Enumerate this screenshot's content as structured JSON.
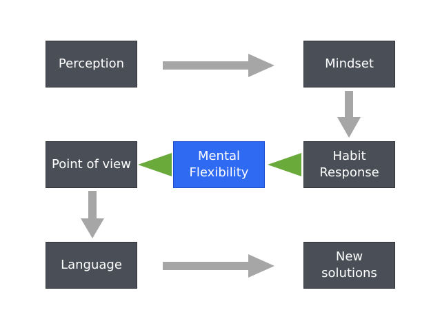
{
  "nodes": {
    "perception": "Perception",
    "mindset": "Mindset",
    "point_of_view": "Point of view",
    "mental_flexibility": "Mental\nFlexibility",
    "habit_response": "Habit\nResponse",
    "language": "Language",
    "new_solutions": "New\nsolutions"
  },
  "colors": {
    "node_fill": "#4a4f57",
    "accent_fill": "#2f6bf2",
    "gray_arrow": "#a6a6a6",
    "green_arrow": "#6aaa3a"
  }
}
